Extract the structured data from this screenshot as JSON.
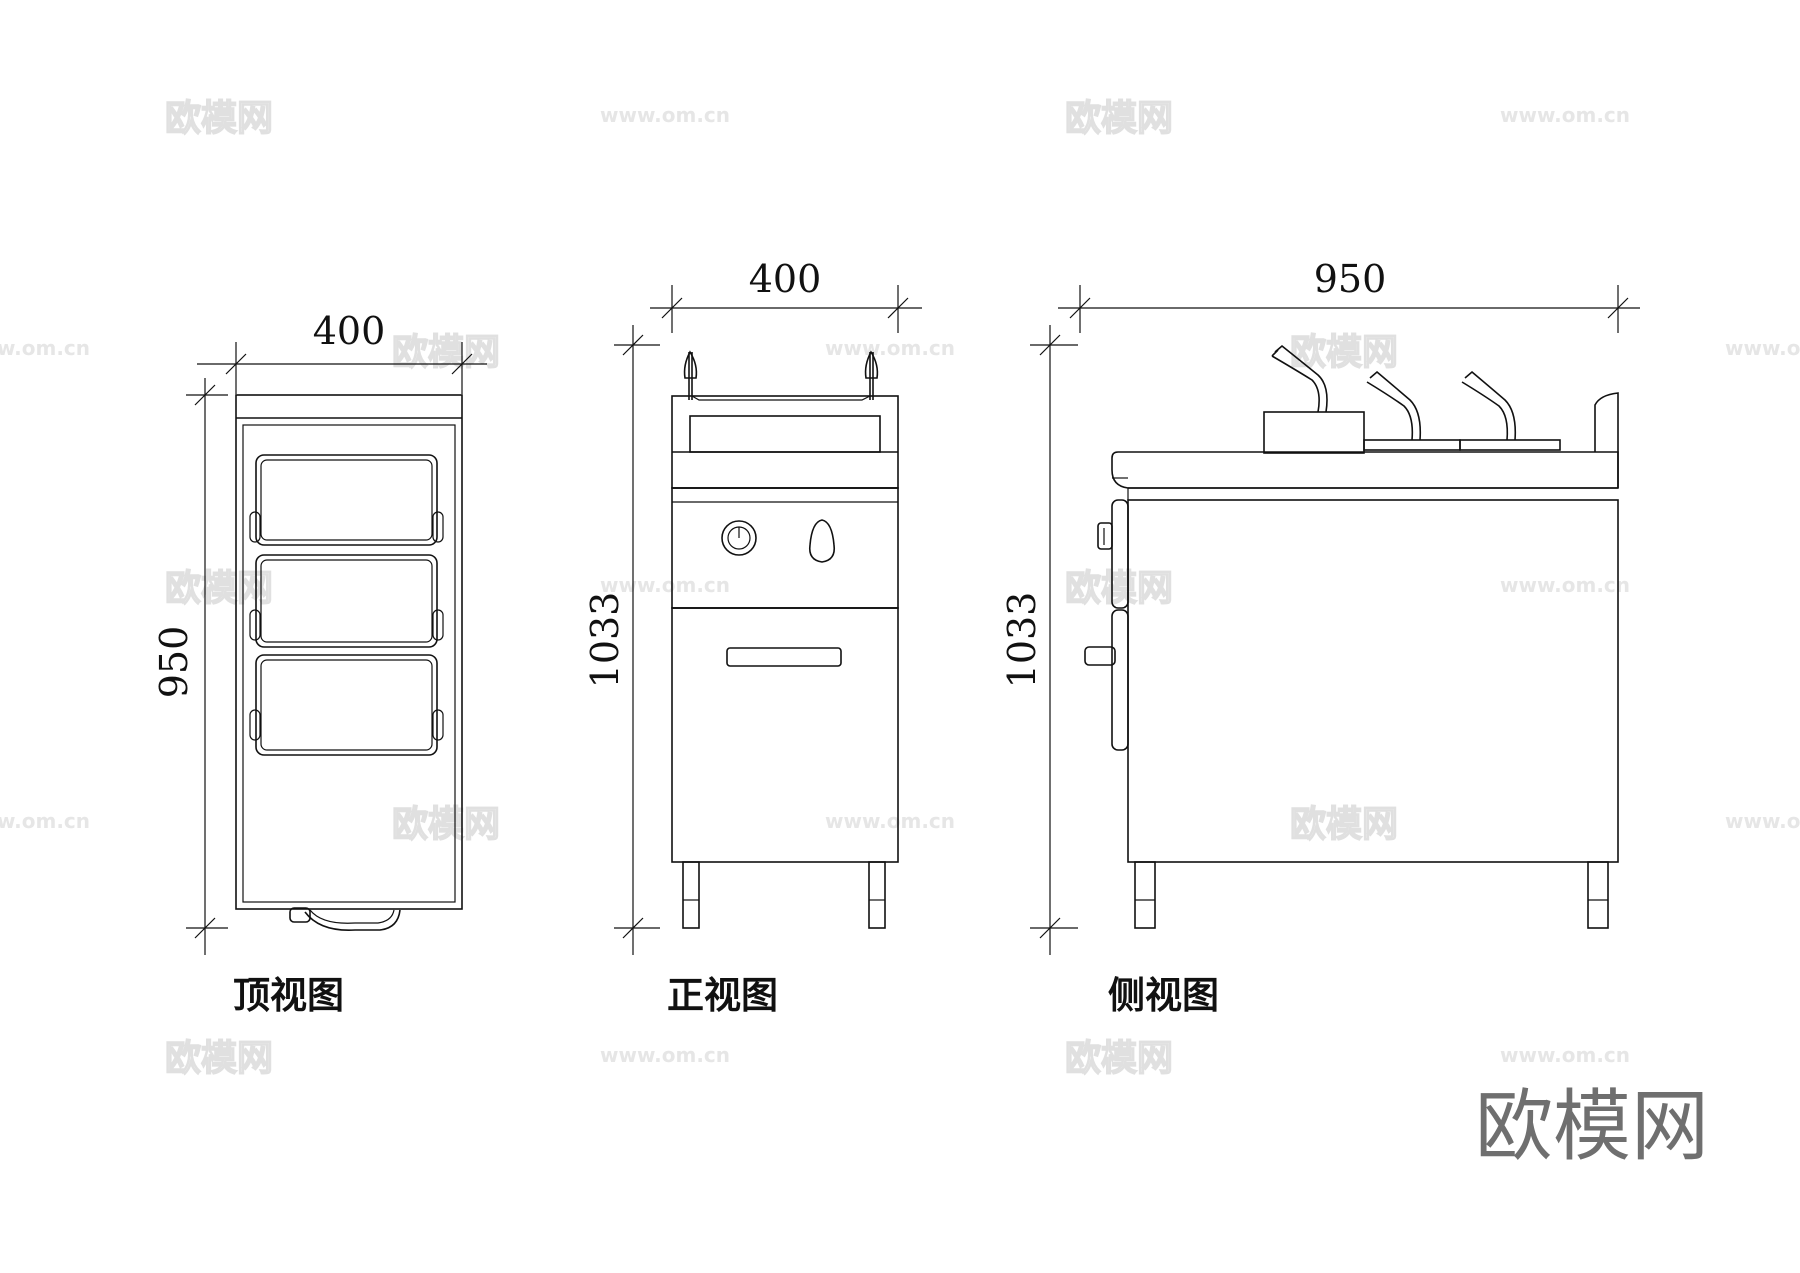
{
  "views": {
    "top": {
      "caption": "顶视图",
      "width_dim": "400",
      "depth_dim": "950"
    },
    "front": {
      "caption": "正视图",
      "width_dim": "400",
      "height_dim": "1033"
    },
    "side": {
      "caption": "侧视图",
      "width_dim": "950",
      "height_dim": "1033"
    }
  },
  "watermark": {
    "brand": "欧模网",
    "url": "www.om.cn"
  },
  "logo_text": "欧模网"
}
